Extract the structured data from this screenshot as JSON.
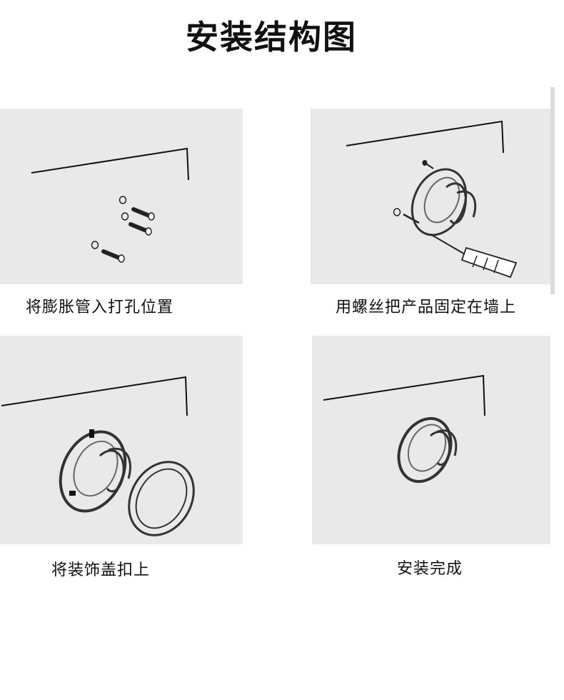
{
  "title": "安装结构图",
  "steps": [
    {
      "caption": "将膨胀管入打孔位置"
    },
    {
      "caption": "用螺丝把产品固定在墙上"
    },
    {
      "caption": "将装饰盖扣上"
    },
    {
      "caption": "安装完成"
    }
  ]
}
